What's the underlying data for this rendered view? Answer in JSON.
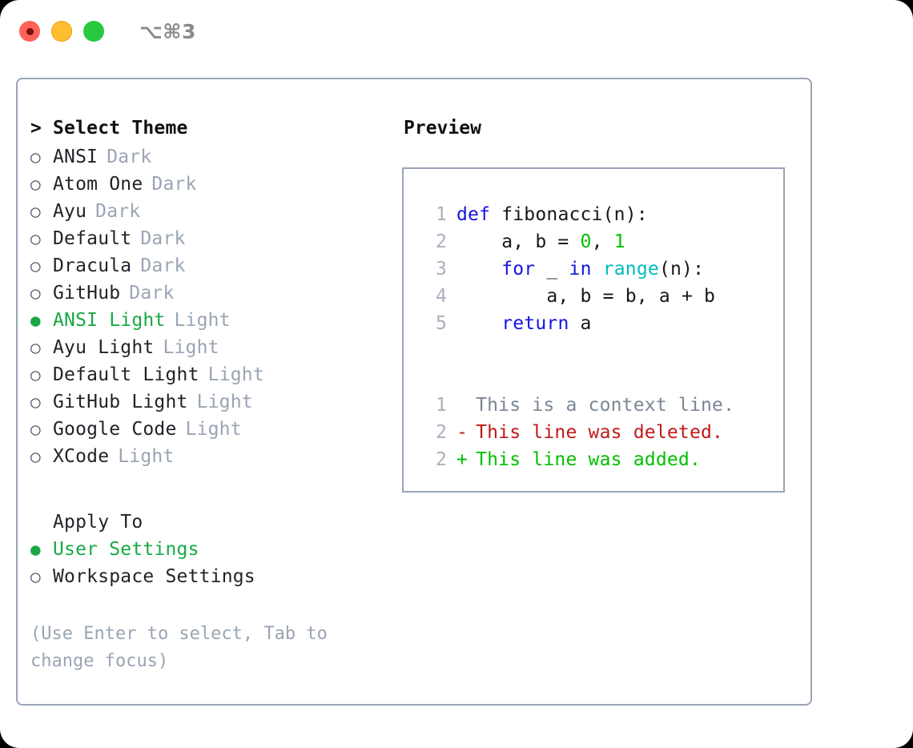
{
  "titlebar": {
    "shortcut": "⌥⌘3",
    "lights": [
      {
        "name": "close",
        "color": "#ff6259"
      },
      {
        "name": "minimize",
        "color": "#ffbe2f"
      },
      {
        "name": "zoom",
        "color": "#26c940"
      }
    ]
  },
  "colors": {
    "accent_green": "#18a845",
    "muted": "#9aa4b4",
    "border": "#9aa4b6",
    "text": "#1f2328",
    "keyword_blue": "#1414e0",
    "function_cyan": "#00bcbc",
    "number_green": "#00bf00",
    "diff_delete": "#c11919",
    "diff_add": "#00bf00",
    "linenumber": "#a8b0bd"
  },
  "theme_panel": {
    "heading": "Select Theme",
    "heading_marker": ">",
    "marker_unselected": "○",
    "marker_selected": "●",
    "items": [
      {
        "label": "ANSI",
        "suffix": "Dark",
        "selected": false
      },
      {
        "label": "Atom One",
        "suffix": "Dark",
        "selected": false
      },
      {
        "label": "Ayu",
        "suffix": "Dark",
        "selected": false
      },
      {
        "label": "Default",
        "suffix": "Dark",
        "selected": false
      },
      {
        "label": "Dracula",
        "suffix": "Dark",
        "selected": false
      },
      {
        "label": "GitHub",
        "suffix": "Dark",
        "selected": false
      },
      {
        "label": "ANSI Light",
        "suffix": "Light",
        "selected": true
      },
      {
        "label": "Ayu Light",
        "suffix": "Light",
        "selected": false
      },
      {
        "label": "Default Light",
        "suffix": "Light",
        "selected": false
      },
      {
        "label": "GitHub Light",
        "suffix": "Light",
        "selected": false
      },
      {
        "label": "Google Code",
        "suffix": "Light",
        "selected": false
      },
      {
        "label": "XCode",
        "suffix": "Light",
        "selected": false
      }
    ]
  },
  "apply_to": {
    "heading": "Apply To",
    "options": [
      {
        "label": "User Settings",
        "selected": true
      },
      {
        "label": "Workspace Settings",
        "selected": false
      }
    ]
  },
  "hint": "(Use Enter to select, Tab to\nchange focus)",
  "preview": {
    "title": "Preview",
    "code": {
      "lines": [
        {
          "no": "1",
          "tokens": [
            {
              "t": "def ",
              "c": "kw"
            },
            {
              "t": "fibonacci(n):",
              "c": "txt"
            }
          ]
        },
        {
          "no": "2",
          "tokens": [
            {
              "t": "    a, b = ",
              "c": "txt"
            },
            {
              "t": "0",
              "c": "num"
            },
            {
              "t": ", ",
              "c": "txt"
            },
            {
              "t": "1",
              "c": "num"
            }
          ]
        },
        {
          "no": "3",
          "tokens": [
            {
              "t": "    ",
              "c": "txt"
            },
            {
              "t": "for",
              "c": "kw"
            },
            {
              "t": " _ ",
              "c": "txt"
            },
            {
              "t": "in",
              "c": "kw"
            },
            {
              "t": " ",
              "c": "txt"
            },
            {
              "t": "range",
              "c": "fn"
            },
            {
              "t": "(n):",
              "c": "txt"
            }
          ]
        },
        {
          "no": "4",
          "tokens": [
            {
              "t": "        a, b = b, a + b",
              "c": "txt"
            }
          ]
        },
        {
          "no": "5",
          "tokens": [
            {
              "t": "    ",
              "c": "txt"
            },
            {
              "t": "return",
              "c": "kw"
            },
            {
              "t": " a",
              "c": "txt"
            }
          ]
        }
      ]
    },
    "diff": {
      "lines": [
        {
          "no": "1",
          "sign": " ",
          "text": "This is a context line.",
          "kind": "ctx"
        },
        {
          "no": "2",
          "sign": "-",
          "text": "This line was deleted.",
          "kind": "del"
        },
        {
          "no": "2",
          "sign": "+",
          "text": "This line was added.",
          "kind": "add"
        }
      ]
    }
  }
}
